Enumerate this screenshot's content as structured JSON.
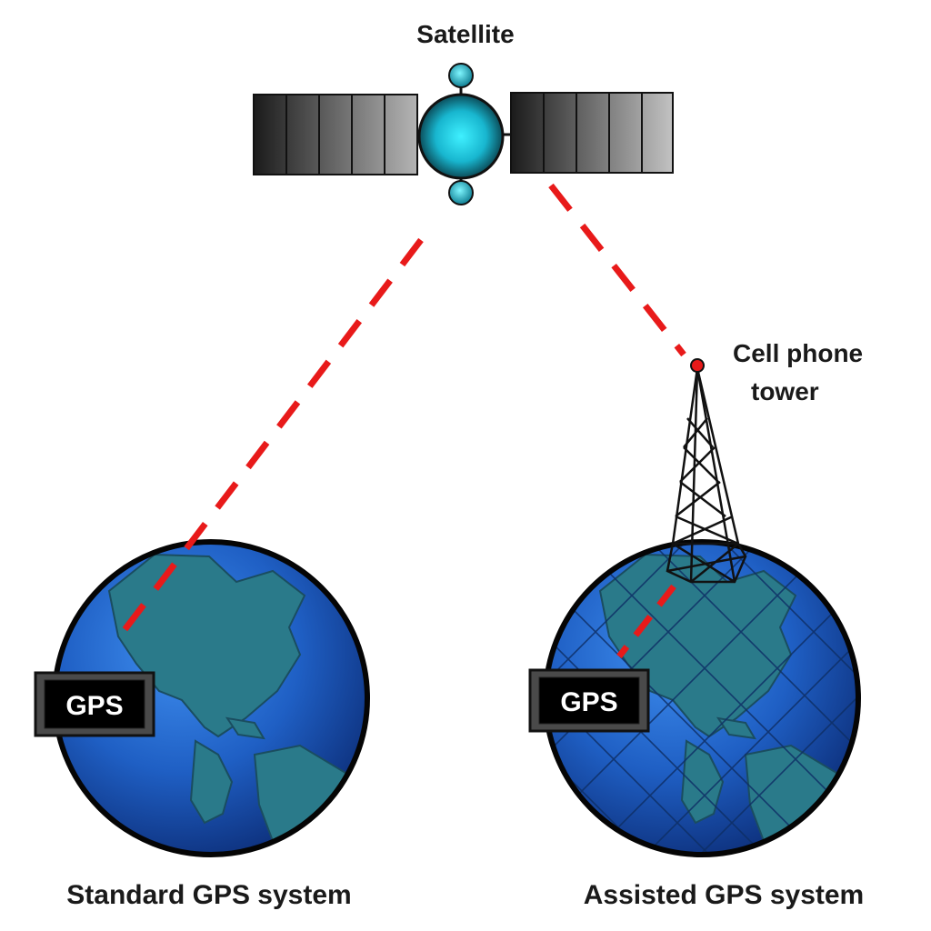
{
  "labels": {
    "satellite": "Satellite",
    "cell_tower_line1": "Cell phone",
    "cell_tower_line2": "tower",
    "standard_caption": "Standard GPS system",
    "assisted_caption": "Assisted GPS system"
  },
  "devices": {
    "standard_gps": "GPS",
    "assisted_gps": "GPS"
  },
  "colors": {
    "signal": "#e81a1a",
    "ocean": "#1f5fc4",
    "land": "#2a7a8a",
    "satellite_body": "#1ec8e0"
  },
  "icons": {
    "satellite": "satellite-icon",
    "tower": "cell-tower-icon",
    "globe": "globe-icon"
  }
}
